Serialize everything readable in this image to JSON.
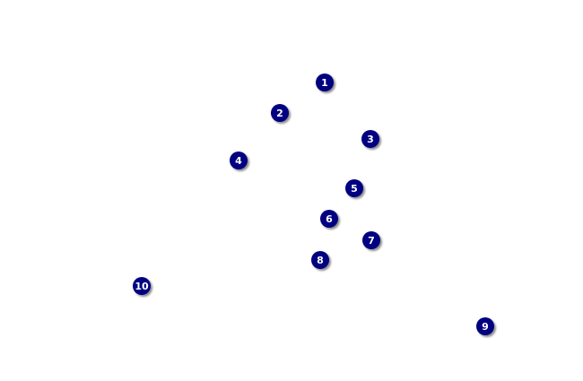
{
  "map": {
    "background": "#ffffff",
    "marker_color": "#000080",
    "marker_text_color": "#ffffff",
    "markers": [
      {
        "label": "1"
      },
      {
        "label": "2"
      },
      {
        "label": "3"
      },
      {
        "label": "4"
      },
      {
        "label": "5"
      },
      {
        "label": "6"
      },
      {
        "label": "7"
      },
      {
        "label": "8"
      },
      {
        "label": "9"
      },
      {
        "label": "10"
      }
    ]
  }
}
